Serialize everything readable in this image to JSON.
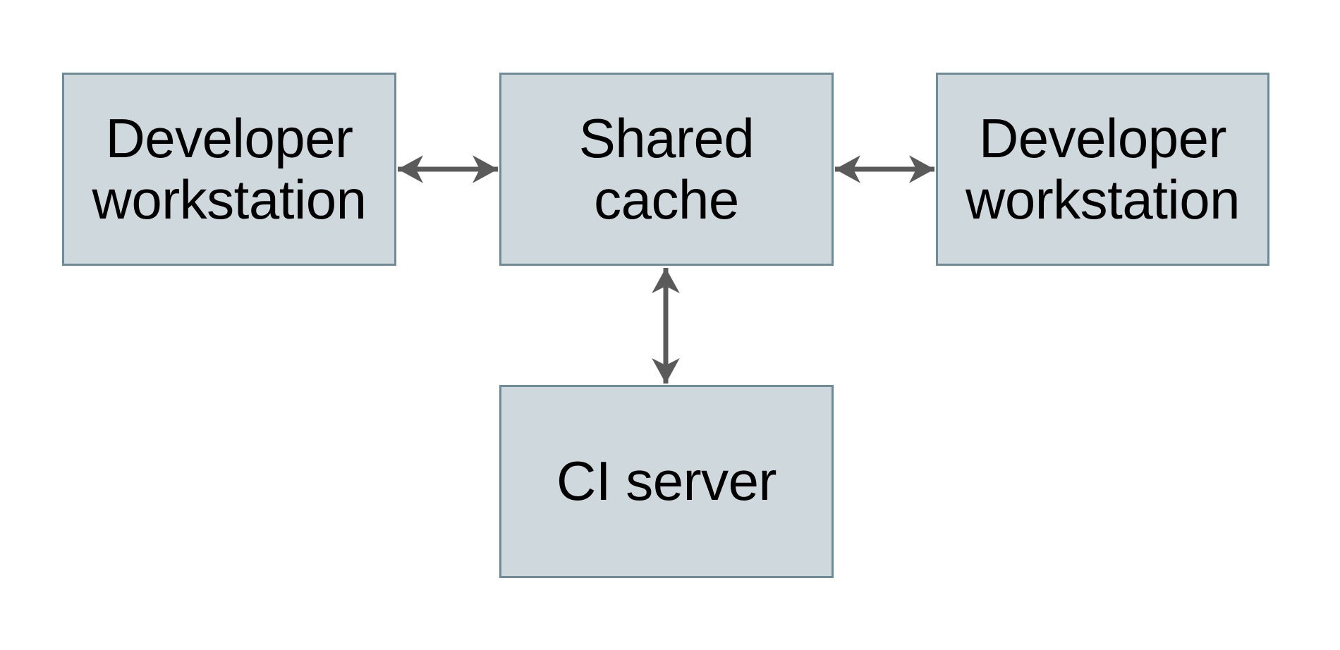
{
  "diagram": {
    "nodes": [
      {
        "id": "developer-workstation-left",
        "label": "Developer\nworkstation"
      },
      {
        "id": "shared-cache",
        "label": "Shared\ncache"
      },
      {
        "id": "developer-workstation-right",
        "label": "Developer\nworkstation"
      },
      {
        "id": "ci-server",
        "label": "CI server"
      }
    ],
    "edges": [
      {
        "from": "developer-workstation-left",
        "to": "shared-cache",
        "direction": "bidirectional"
      },
      {
        "from": "shared-cache",
        "to": "developer-workstation-right",
        "direction": "bidirectional"
      },
      {
        "from": "shared-cache",
        "to": "ci-server",
        "direction": "bidirectional"
      }
    ],
    "colors": {
      "node_fill": "#cfd8dc",
      "node_border": "#6e8b98",
      "arrow": "#5a5a5a",
      "text": "#000000",
      "background": "#ffffff"
    }
  }
}
